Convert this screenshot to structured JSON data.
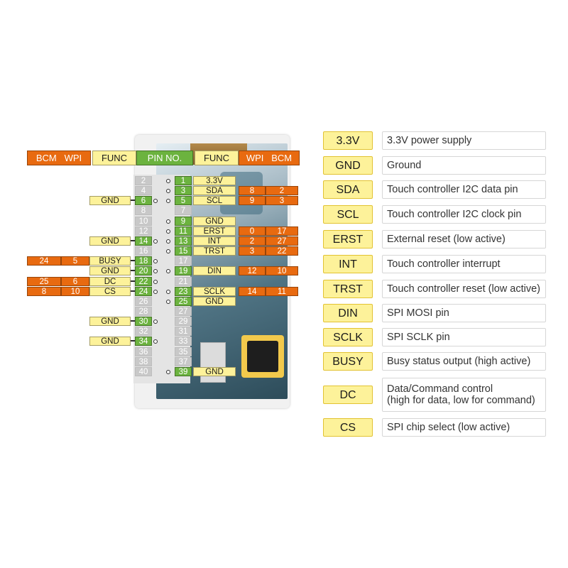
{
  "header_left": {
    "bcm": "BCM",
    "wpi": "WPI",
    "func": "FUNC",
    "pin_no": "PIN NO."
  },
  "header_right": {
    "func": "FUNC",
    "wpi": "WPI",
    "bcm": "BCM"
  },
  "right_pins": [
    {
      "pin": "1",
      "func": "3.3V",
      "wpi": "",
      "bcm": ""
    },
    {
      "pin": "3",
      "func": "SDA",
      "wpi": "8",
      "bcm": "2"
    },
    {
      "pin": "5",
      "func": "SCL",
      "wpi": "9",
      "bcm": "3"
    },
    {
      "pin": "7",
      "func": "",
      "wpi": "",
      "bcm": ""
    },
    {
      "pin": "9",
      "func": "GND",
      "wpi": "",
      "bcm": ""
    },
    {
      "pin": "11",
      "func": "ERST",
      "wpi": "0",
      "bcm": "17"
    },
    {
      "pin": "13",
      "func": "INT",
      "wpi": "2",
      "bcm": "27"
    },
    {
      "pin": "15",
      "func": "TRST",
      "wpi": "3",
      "bcm": "22"
    },
    {
      "pin": "17",
      "func": "",
      "wpi": "",
      "bcm": ""
    },
    {
      "pin": "19",
      "func": "DIN",
      "wpi": "12",
      "bcm": "10"
    },
    {
      "pin": "21",
      "func": "",
      "wpi": "",
      "bcm": ""
    },
    {
      "pin": "23",
      "func": "SCLK",
      "wpi": "14",
      "bcm": "11"
    },
    {
      "pin": "25",
      "func": "GND",
      "wpi": "",
      "bcm": ""
    },
    {
      "pin": "27",
      "func": "",
      "wpi": "",
      "bcm": ""
    },
    {
      "pin": "29",
      "func": "",
      "wpi": "",
      "bcm": ""
    },
    {
      "pin": "31",
      "func": "",
      "wpi": "",
      "bcm": ""
    },
    {
      "pin": "33",
      "func": "",
      "wpi": "",
      "bcm": ""
    },
    {
      "pin": "35",
      "func": "",
      "wpi": "",
      "bcm": ""
    },
    {
      "pin": "37",
      "func": "",
      "wpi": "",
      "bcm": ""
    },
    {
      "pin": "39",
      "func": "GND",
      "wpi": "",
      "bcm": ""
    }
  ],
  "left_pins": [
    {
      "pin": "2",
      "func": "",
      "wpi": "",
      "bcm": ""
    },
    {
      "pin": "4",
      "func": "",
      "wpi": "",
      "bcm": ""
    },
    {
      "pin": "6",
      "func": "GND",
      "wpi": "",
      "bcm": ""
    },
    {
      "pin": "8",
      "func": "",
      "wpi": "",
      "bcm": ""
    },
    {
      "pin": "10",
      "func": "",
      "wpi": "",
      "bcm": ""
    },
    {
      "pin": "12",
      "func": "",
      "wpi": "",
      "bcm": ""
    },
    {
      "pin": "14",
      "func": "GND",
      "wpi": "",
      "bcm": ""
    },
    {
      "pin": "16",
      "func": "",
      "wpi": "",
      "bcm": ""
    },
    {
      "pin": "18",
      "func": "BUSY",
      "wpi": "5",
      "bcm": "24"
    },
    {
      "pin": "20",
      "func": "GND",
      "wpi": "",
      "bcm": ""
    },
    {
      "pin": "22",
      "func": "DC",
      "wpi": "6",
      "bcm": "25"
    },
    {
      "pin": "24",
      "func": "CS",
      "wpi": "10",
      "bcm": "8"
    },
    {
      "pin": "26",
      "func": "",
      "wpi": "",
      "bcm": ""
    },
    {
      "pin": "28",
      "func": "",
      "wpi": "",
      "bcm": ""
    },
    {
      "pin": "30",
      "func": "GND",
      "wpi": "",
      "bcm": ""
    },
    {
      "pin": "32",
      "func": "",
      "wpi": "",
      "bcm": ""
    },
    {
      "pin": "34",
      "func": "GND",
      "wpi": "",
      "bcm": ""
    },
    {
      "pin": "36",
      "func": "",
      "wpi": "",
      "bcm": ""
    },
    {
      "pin": "38",
      "func": "",
      "wpi": "",
      "bcm": ""
    },
    {
      "pin": "40",
      "func": "",
      "wpi": "",
      "bcm": ""
    }
  ],
  "legend": [
    {
      "name": "3.3V",
      "desc": [
        "3.3V power supply"
      ]
    },
    {
      "name": "GND",
      "desc": [
        "Ground"
      ]
    },
    {
      "name": "SDA",
      "desc": [
        "Touch controller I2C data pin"
      ]
    },
    {
      "name": "SCL",
      "desc": [
        "Touch controller I2C clock pin"
      ]
    },
    {
      "name": "ERST",
      "desc": [
        "External reset (low active)"
      ]
    },
    {
      "name": "INT",
      "desc": [
        "Touch controller interrupt"
      ]
    },
    {
      "name": "TRST",
      "desc": [
        "Touch controller reset (low active)"
      ]
    },
    {
      "name": "DIN",
      "desc": [
        "SPI MOSI pin"
      ]
    },
    {
      "name": "SCLK",
      "desc": [
        "SPI SCLK pin"
      ]
    },
    {
      "name": "BUSY",
      "desc": [
        "Busy status output (high active)"
      ]
    },
    {
      "name": "DC",
      "desc": [
        "Data/Command control",
        "(high for data, low for command)"
      ]
    },
    {
      "name": "CS",
      "desc": [
        "SPI chip select (low active)"
      ]
    }
  ],
  "colors": {
    "bcm_wpi": "#e86a10",
    "func": "#fdf29a",
    "active_pin": "#6cb33f",
    "inactive_pin": "#c8c8c8"
  }
}
